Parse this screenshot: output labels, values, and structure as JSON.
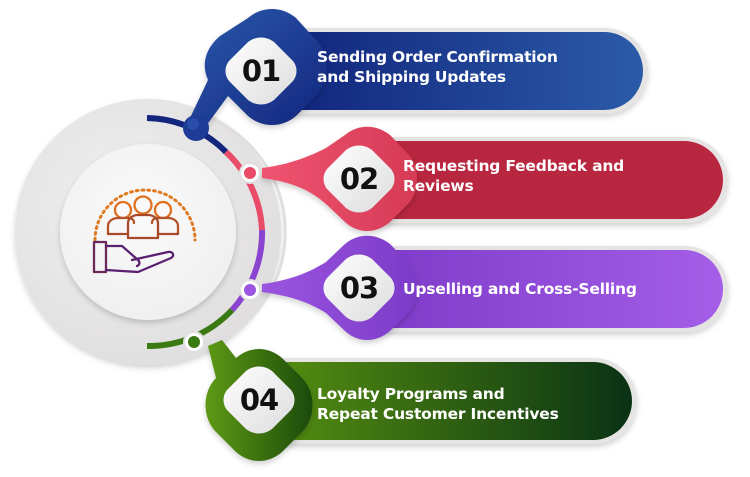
{
  "title": "Customer Engagement Steps",
  "center_icon": "hand-holding-people-icon",
  "steps": [
    {
      "number": "01",
      "line1": "Sending Order Confirmation",
      "line2": "and Shipping Updates",
      "color": "#1f3c96",
      "color_dark": "#12207a",
      "color_light": "#2a5aa8"
    },
    {
      "number": "02",
      "line1": "Requesting Feedback and",
      "line2": "Reviews",
      "color": "#b8263f",
      "color_dark": "#a91f3a",
      "color_light": "#e94b68"
    },
    {
      "number": "03",
      "line1": "Upselling and Cross-Selling",
      "line2": "",
      "color": "#8a44d0",
      "color_dark": "#7a38c8",
      "color_light": "#a25ee8"
    },
    {
      "number": "04",
      "line1": "Loyalty Programs and",
      "line2": "Repeat Customer Incentives",
      "color": "#2f6a0e",
      "color_dark": "#0f3a10",
      "color_light": "#5a9a10"
    }
  ]
}
